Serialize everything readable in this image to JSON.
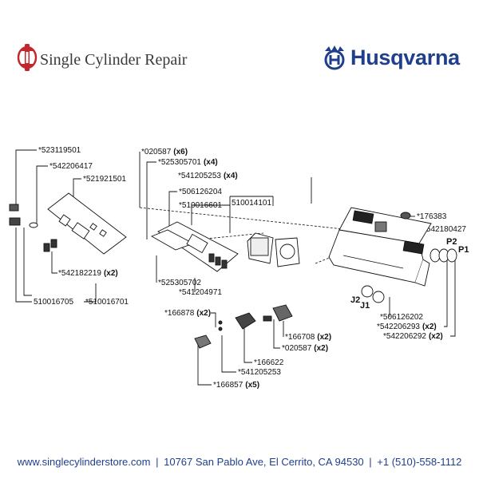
{
  "header": {
    "brand_name": "Single Cylinder Repair",
    "partner_brand": "Husqvarna",
    "colors": {
      "brand_red": "#c0282e",
      "partner_blue": "#1f3f8c"
    }
  },
  "parts": [
    {
      "id": "p1",
      "number": "*523119501",
      "qty": ""
    },
    {
      "id": "p2",
      "number": "*542206417",
      "qty": ""
    },
    {
      "id": "p3",
      "number": "*521921501",
      "qty": ""
    },
    {
      "id": "p4",
      "number": "*542182219",
      "qty": "(x2)"
    },
    {
      "id": "p5",
      "number": "510016705",
      "qty": ""
    },
    {
      "id": "p6",
      "number": "*510016701",
      "qty": ""
    },
    {
      "id": "p7",
      "number": "*020587",
      "qty": "(x6)"
    },
    {
      "id": "p8",
      "number": "*525305701",
      "qty": "(x4)"
    },
    {
      "id": "p9",
      "number": "*541205253",
      "qty": "(x4)"
    },
    {
      "id": "p10",
      "number": "*506126204",
      "qty": ""
    },
    {
      "id": "p11",
      "number": "510014101",
      "qty": ""
    },
    {
      "id": "p12",
      "number": "*510016601",
      "qty": ""
    },
    {
      "id": "p13",
      "number": "*176383",
      "qty": ""
    },
    {
      "id": "p14",
      "number": "*542180427",
      "qty": ""
    },
    {
      "id": "p15",
      "number": "*525305702",
      "qty": ""
    },
    {
      "id": "p16",
      "number": "*541204971",
      "qty": ""
    },
    {
      "id": "p17",
      "number": "*506126202",
      "qty": ""
    },
    {
      "id": "p18",
      "number": "*542206293",
      "qty": "(x2)"
    },
    {
      "id": "p19",
      "number": "*542206292",
      "qty": "(x2)"
    },
    {
      "id": "p20",
      "number": "*166878",
      "qty": "(x2)"
    },
    {
      "id": "p21",
      "number": "*166708",
      "qty": "(x2)"
    },
    {
      "id": "p22",
      "number": "*020587",
      "qty": "(x2)"
    },
    {
      "id": "p23",
      "number": "*166622",
      "qty": ""
    },
    {
      "id": "p24",
      "number": "*541205253",
      "qty": ""
    },
    {
      "id": "p25",
      "number": "*166857",
      "qty": "(x5)"
    }
  ],
  "connectors": {
    "j2": "J2",
    "j1": "J1",
    "p2": "P2",
    "p1": "P1"
  },
  "footer": {
    "website": "www.singlecylinderstore.com",
    "address": "10767 San Pablo Ave, El Cerrito, CA 94530",
    "phone": "+1 (510)-558-1112",
    "separator": "|"
  }
}
